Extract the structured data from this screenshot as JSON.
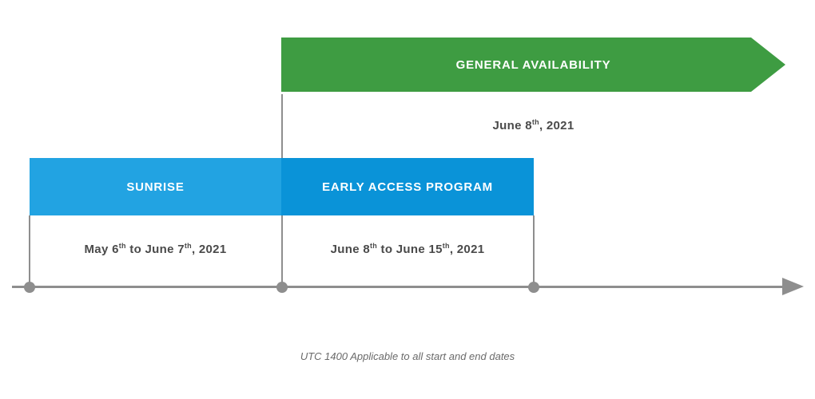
{
  "colors": {
    "green": "#3E9C42",
    "light-blue": "#22A3E2",
    "dark-blue": "#0A93D8",
    "line-gray": "#8E8E8E",
    "text-dark": "#4A4A4A",
    "text-muted": "#6A6A6A",
    "white": "#FFFFFF"
  },
  "timeline": {
    "general_availability": {
      "label": "GENERAL AVAILABILITY",
      "date_parts": [
        "June 8",
        "th",
        ", 2021"
      ]
    },
    "sunrise": {
      "label": "SUNRISE",
      "date_parts": [
        "May 6",
        "th",
        " to June 7",
        "th",
        ", 2021"
      ]
    },
    "early_access_program": {
      "label": "EARLY ACCESS PROGRAM",
      "date_parts": [
        "June 8",
        "th",
        " to June 15",
        "th",
        ", 2021"
      ]
    },
    "milestone_count": 3,
    "footnote": "UTC 1400 Applicable to all start and end dates"
  }
}
